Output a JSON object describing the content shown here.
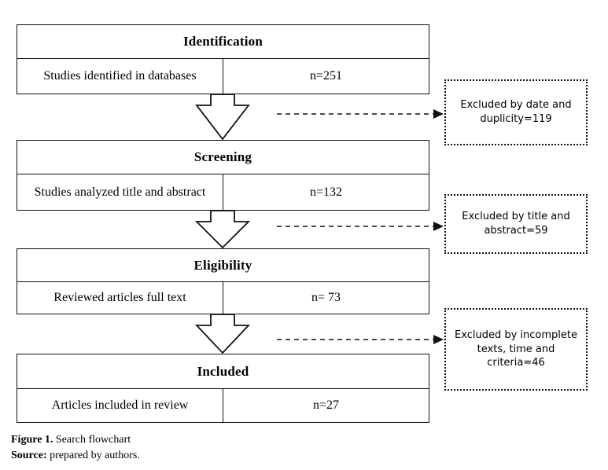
{
  "figure": {
    "caption_label": "Figure 1.",
    "caption_text": " Search flowchart",
    "source_label": "Source:",
    "source_text": " prepared by authors."
  },
  "colors": {
    "stroke": "#111111",
    "background": "#ffffff",
    "dashed_arrow": "#111111"
  },
  "stages": [
    {
      "id": "identification",
      "header": "Identification",
      "description": "Studies identified in databases",
      "count": "n=251"
    },
    {
      "id": "screening",
      "header": "Screening",
      "description": "Studies analyzed title and abstract",
      "count": "n=132"
    },
    {
      "id": "eligibility",
      "header": "Eligibility",
      "description": "Reviewed articles full text",
      "count": "n= 73"
    },
    {
      "id": "included",
      "header": "Included",
      "description": "Articles included in review",
      "count": "n=27"
    }
  ],
  "exclusions": [
    {
      "id": "excluded-date-duplicity",
      "text": "Excluded by date and duplicity=119"
    },
    {
      "id": "excluded-title-abstract",
      "text": "Excluded by title and abstract=59"
    },
    {
      "id": "excluded-incomplete",
      "text": "Excluded by incomplete texts, time and criteria=46"
    }
  ],
  "chart_data": {
    "type": "diagram",
    "title": "Search flowchart",
    "flow": [
      {
        "stage": "Identification",
        "label": "Studies identified in databases",
        "n": 251
      },
      {
        "stage": "Screening",
        "label": "Studies analyzed title and abstract",
        "n": 132
      },
      {
        "stage": "Eligibility",
        "label": "Reviewed articles full text",
        "n": 73
      },
      {
        "stage": "Included",
        "label": "Articles included in review",
        "n": 27
      }
    ],
    "excluded": [
      {
        "after_stage": "Identification",
        "reason": "date and duplicity",
        "n": 119
      },
      {
        "after_stage": "Screening",
        "reason": "title and abstract",
        "n": 59
      },
      {
        "after_stage": "Eligibility",
        "reason": "incomplete texts, time and criteria",
        "n": 46
      }
    ]
  }
}
